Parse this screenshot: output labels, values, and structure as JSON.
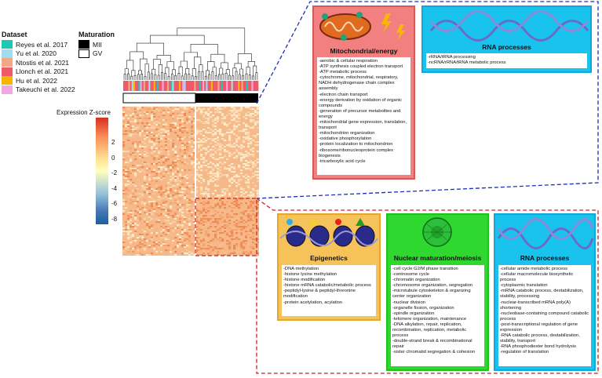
{
  "legend": {
    "dataset_title": "Dataset",
    "datasets": [
      {
        "label": "Reyes et al. 2017",
        "color": "#1ec8b4"
      },
      {
        "label": "Yu et al. 2020",
        "color": "#9edcf0"
      },
      {
        "label": "Ntostis et al. 2021",
        "color": "#f2a884"
      },
      {
        "label": "Llonch et al. 2021",
        "color": "#ef5a6a"
      },
      {
        "label": "Hu et al. 2022",
        "color": "#f7b500"
      },
      {
        "label": "Takeuchi et al. 2022",
        "color": "#f2a6e0"
      }
    ],
    "maturation_title": "Maturation",
    "maturation": [
      {
        "label": "MII",
        "color": "#000000"
      },
      {
        "label": "GV",
        "color": "#ffffff"
      }
    ]
  },
  "zscore": {
    "title": "Expression Z-score",
    "ticks": [
      "2",
      "0",
      "-2",
      "-4",
      "-6",
      "-8"
    ]
  },
  "upper_group": {
    "mito": {
      "title": "Mitochondrial/energy processes",
      "items": [
        "-aerobic & cellular respiration",
        "-ATP synthesis coupled electron transport",
        "-ATP metabolic process",
        "-cytochrome, mitochondrial, respiratory, NADH dehydrogenase chain complex assembly",
        "-electron chain transport",
        "-energy derivation by oxidation of organic compounds",
        "-generation of precursor metabolites and energy",
        "-mitochondrial gene expression, translation, transport",
        "-mitochondrion organization",
        "-oxidative phosphorylation",
        "-protein localization to mitochondrion",
        "-ribosome/ribonucleoprotein complex biogenesis",
        "-tricarboxylic acid cycle"
      ]
    },
    "rna": {
      "title": "RNA processes",
      "items": [
        "-rRNA/tRNA processing",
        "-ncRNA/rRNA/tRNA metabolic process"
      ]
    }
  },
  "lower_group": {
    "epi": {
      "title": "Epigenetics",
      "items": [
        "-DNA methylation",
        "-histone lysine methylation",
        "-histone modification",
        "-histone mRNA catabolic/metabolic process",
        "-peptidyl-lysine & peptidyl-threonine modification",
        "-protein acetylation, acylation"
      ]
    },
    "nuc": {
      "title": "Nuclear maturation/meiosis",
      "items": [
        "-cell cycle G2/M phase transition",
        "-centrosome cycle",
        "-chromatin organization",
        "-chromosome organization, segregation",
        "-microtubule cytoskeleton & organizing center organization",
        "-nuclear division",
        "-organelle fission, organization",
        "-spindle organization",
        "-telomere organization, maintenance",
        "-DNA alkylation, repair, replication, recombination, replication, metabolic process",
        "-double-strand break & recombinational repair",
        "-sister chromatid segregation & cohesion"
      ]
    },
    "rna": {
      "title": "RNA processes",
      "items": [
        "-cellular amide metabolic process",
        "-cellular macromolecule biosynthetic process",
        "-cytoplasmic translation",
        "-mRNA catabolic process, destabilization, stability, processing",
        "-nuclear-transcribed mRNA poly(A) shortening",
        "-nucleobase-containing compound catabolic process",
        "-post-transcriptional regulation of gene expression",
        "-RNA catabolic process, destabilization, stability, transport",
        "-RNA phosphodiester bond hydrolysis",
        "-regulation of translation"
      ]
    }
  },
  "colors": {
    "mito_bg": "#f28080",
    "rna_bg": "#19c3ee",
    "epi_bg": "#f6c25a",
    "nuc_bg": "#2ed82e",
    "upper_dash": "#1c2fb8",
    "lower_dash": "#d42020"
  }
}
